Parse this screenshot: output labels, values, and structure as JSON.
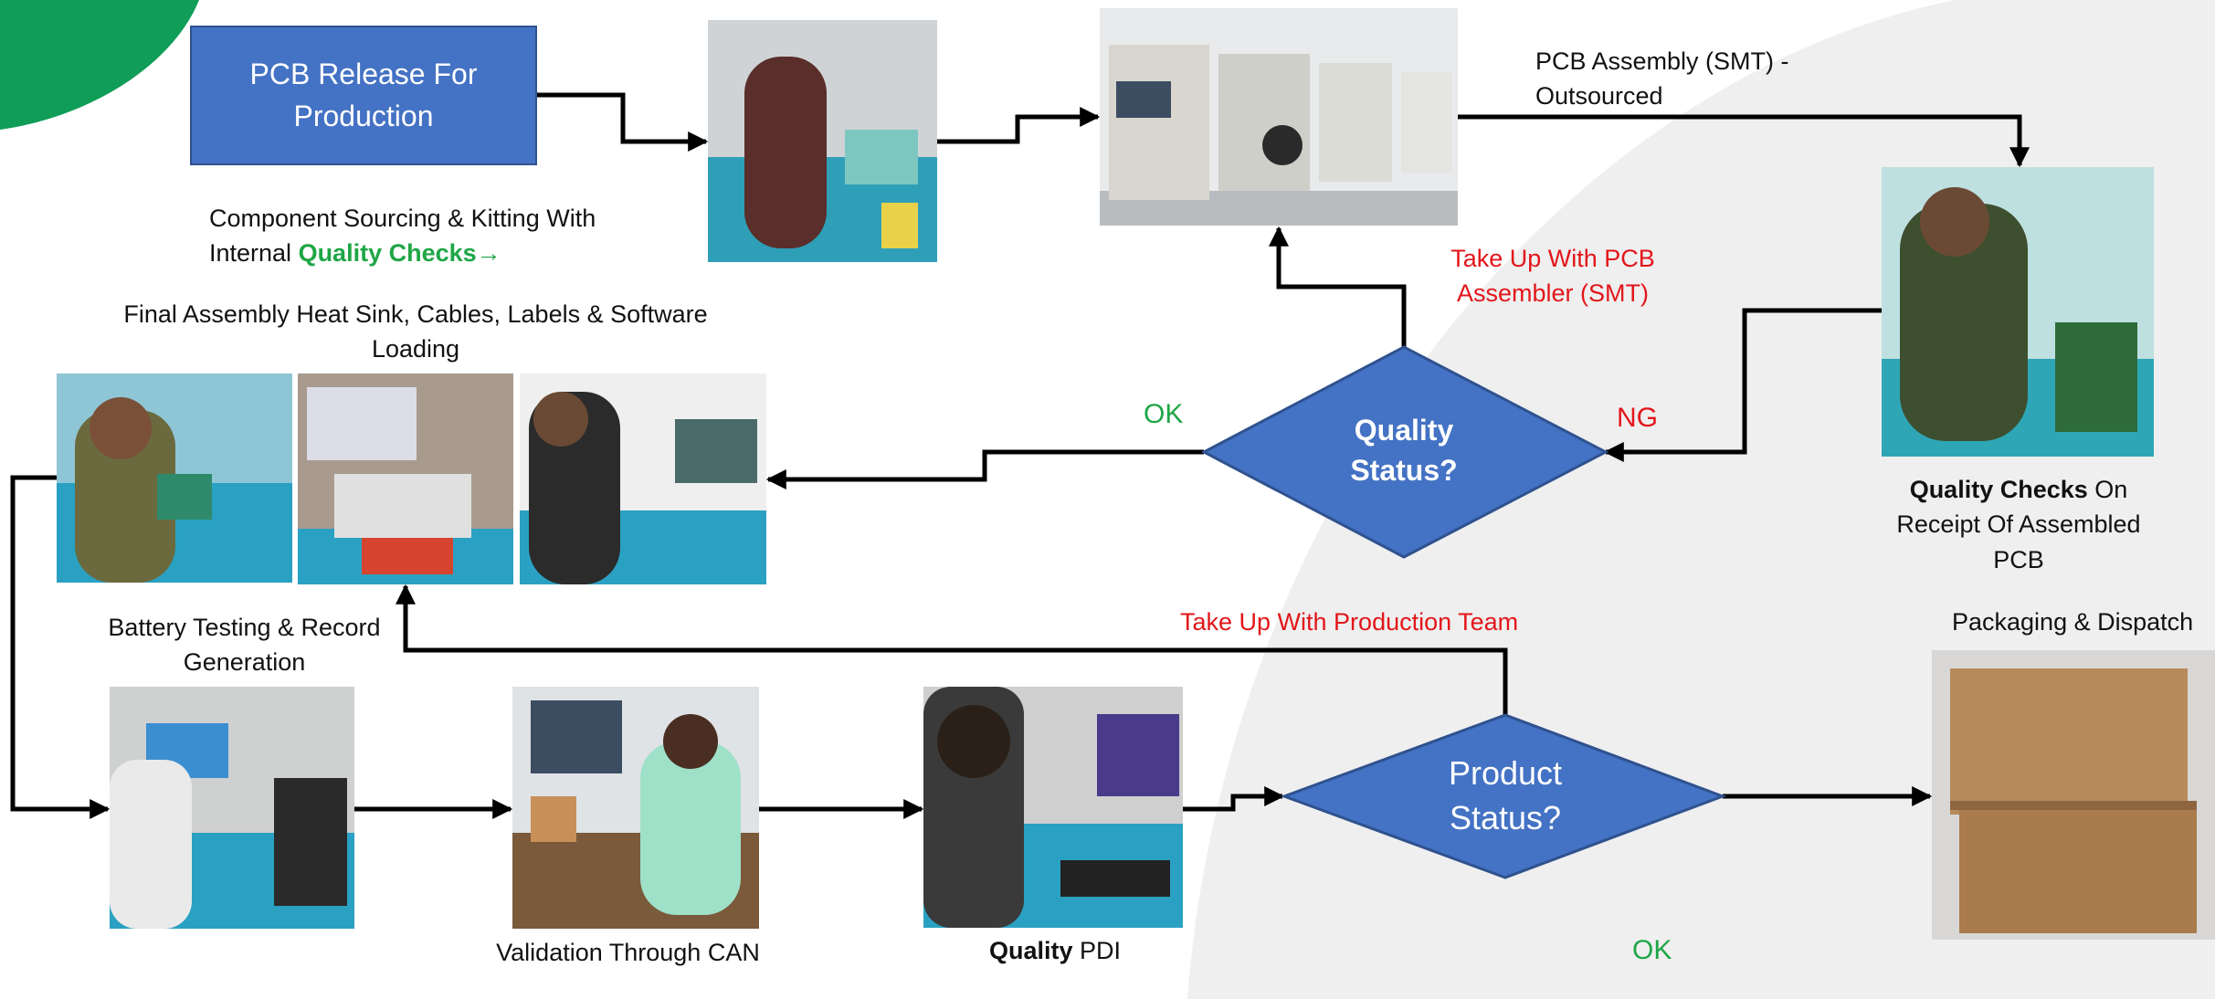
{
  "steps": {
    "pcb_release": "PCB Release For Production",
    "component_sourcing_line1": "Component Sourcing & Kitting With",
    "component_sourcing_line2_prefix": "Internal ",
    "component_sourcing_highlight": "Quality Checks",
    "component_sourcing_arrow": "→",
    "pcb_assembly_line1": "PCB Assembly (SMT) -",
    "pcb_assembly_line2": "Outsourced",
    "quality_checks_bold": "Quality Checks",
    "quality_checks_rest1": " On",
    "quality_checks_line2": "Receipt Of Assembled",
    "quality_checks_line3": "PCB",
    "final_assembly_line1": "Final Assembly Heat Sink, Cables, Labels & Software",
    "final_assembly_line2": "Loading",
    "battery_testing_line1": "Battery Testing & Record",
    "battery_testing_line2": "Generation",
    "validation": "Validation Through CAN",
    "quality_pdi_bold": "Quality",
    "quality_pdi_rest": " PDI",
    "packaging": "Packaging & Dispatch"
  },
  "decisions": {
    "quality_status_line1": "Quality",
    "quality_status_line2": "Status?",
    "product_status_line1": "Product",
    "product_status_line2": "Status?"
  },
  "branches": {
    "ok_top": "OK",
    "ng": "NG",
    "ok_bottom": "OK",
    "take_up_pcb_line1": "Take Up With PCB",
    "take_up_pcb_line2": "Assembler (SMT)",
    "take_up_production": "Take Up With Production Team"
  },
  "colors": {
    "box_fill": "#4472c4",
    "box_border": "#2f528f",
    "accent_red": "#e3161a",
    "accent_green": "#1fa646",
    "corner_green": "#0f9d58",
    "background_gray": "#eeeeee",
    "connector": "#000000"
  }
}
